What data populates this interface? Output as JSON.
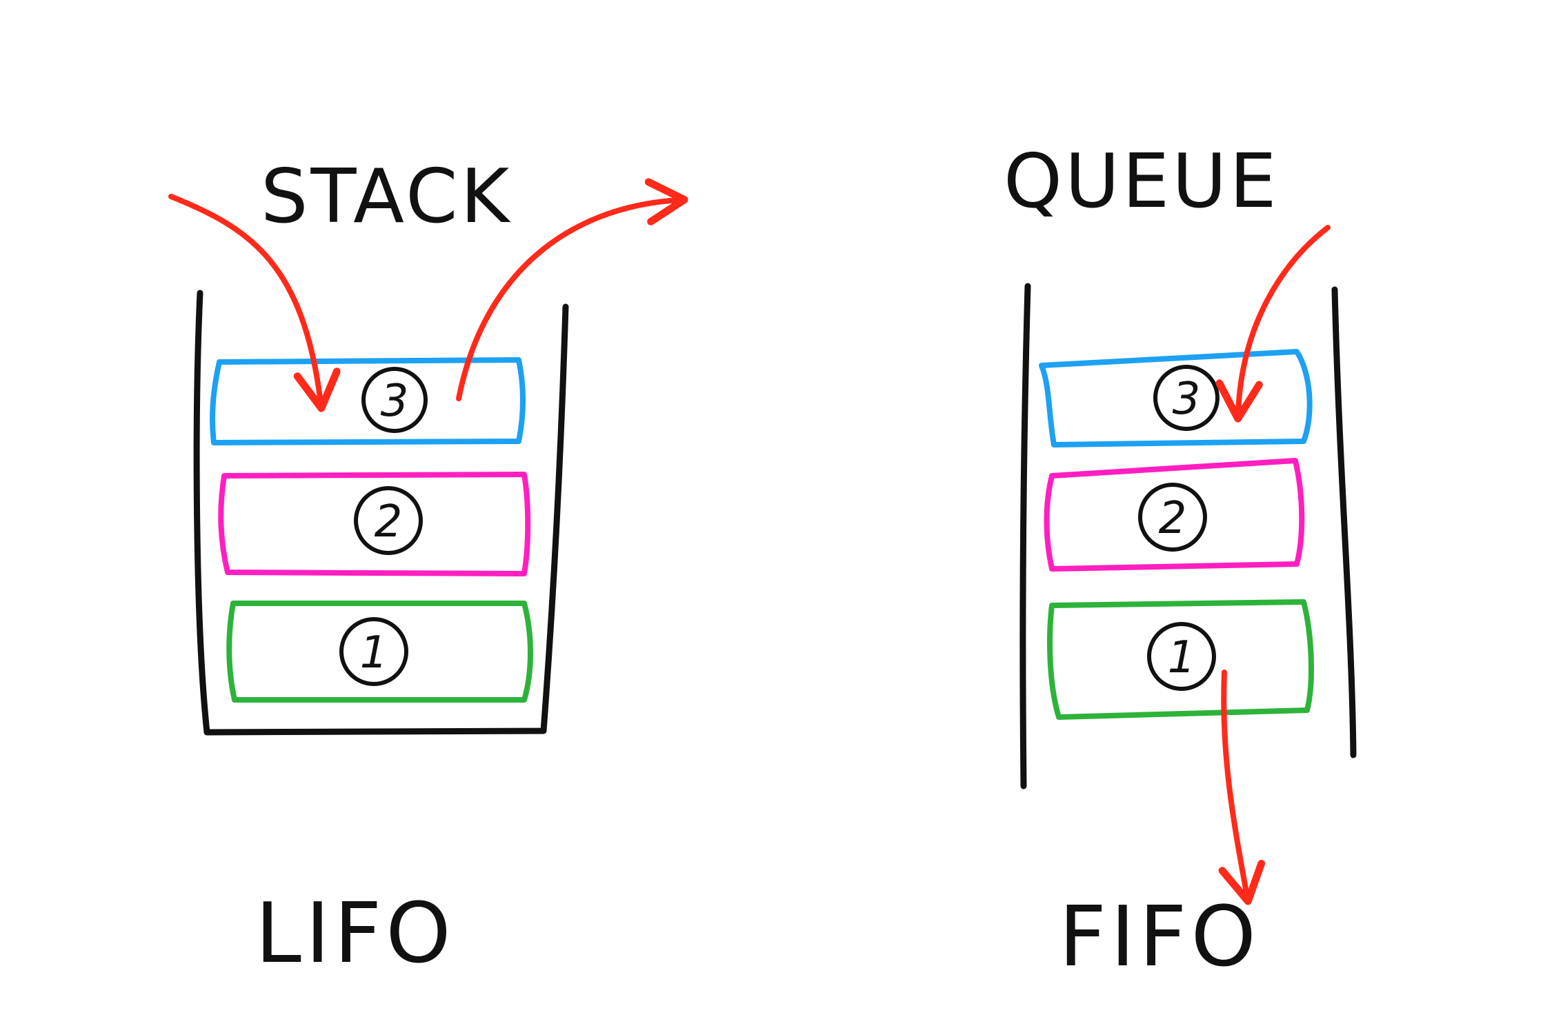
{
  "colors": {
    "ink": "#111111",
    "arrow": "#ff2a1a",
    "item_3": "#1da1f2",
    "item_2": "#ff1fc0",
    "item_1": "#2db33a"
  },
  "stack": {
    "title": "STACK",
    "caption": "LIFO",
    "items": [
      {
        "label": "3",
        "color": "#1da1f2"
      },
      {
        "label": "2",
        "color": "#ff1fc0"
      },
      {
        "label": "1",
        "color": "#2db33a"
      }
    ]
  },
  "queue": {
    "title": "QUEUE",
    "caption": "FIFO",
    "items": [
      {
        "label": "3",
        "color": "#1da1f2"
      },
      {
        "label": "2",
        "color": "#ff1fc0"
      },
      {
        "label": "1",
        "color": "#2db33a"
      }
    ]
  }
}
